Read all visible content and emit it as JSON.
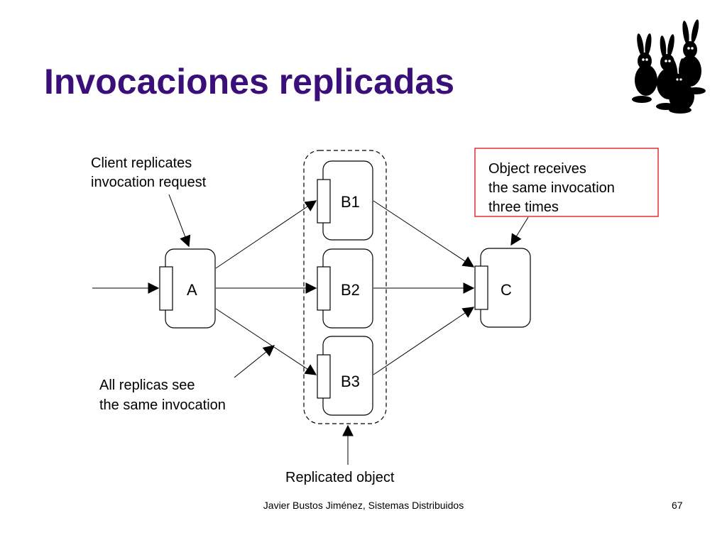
{
  "slide": {
    "title": "Invocaciones replicadas",
    "footer": "Javier Bustos Jiménez, Sistemas Distribuidos",
    "page_number": "67"
  },
  "diagram": {
    "nodes": {
      "a": "A",
      "b1": "B1",
      "b2": "B2",
      "b3": "B3",
      "c": "C"
    },
    "callouts": {
      "client": [
        "Client replicates",
        "invocation request"
      ],
      "object": [
        "Object receives",
        "the same invocation",
        "three times"
      ],
      "replicas": [
        "All replicas see",
        "the same invocation"
      ],
      "replicated": "Replicated object"
    }
  },
  "colors": {
    "title": "#3a0f7a",
    "callout_border": "#e03030"
  },
  "icons": [
    "rabbits-clipart-icon"
  ]
}
